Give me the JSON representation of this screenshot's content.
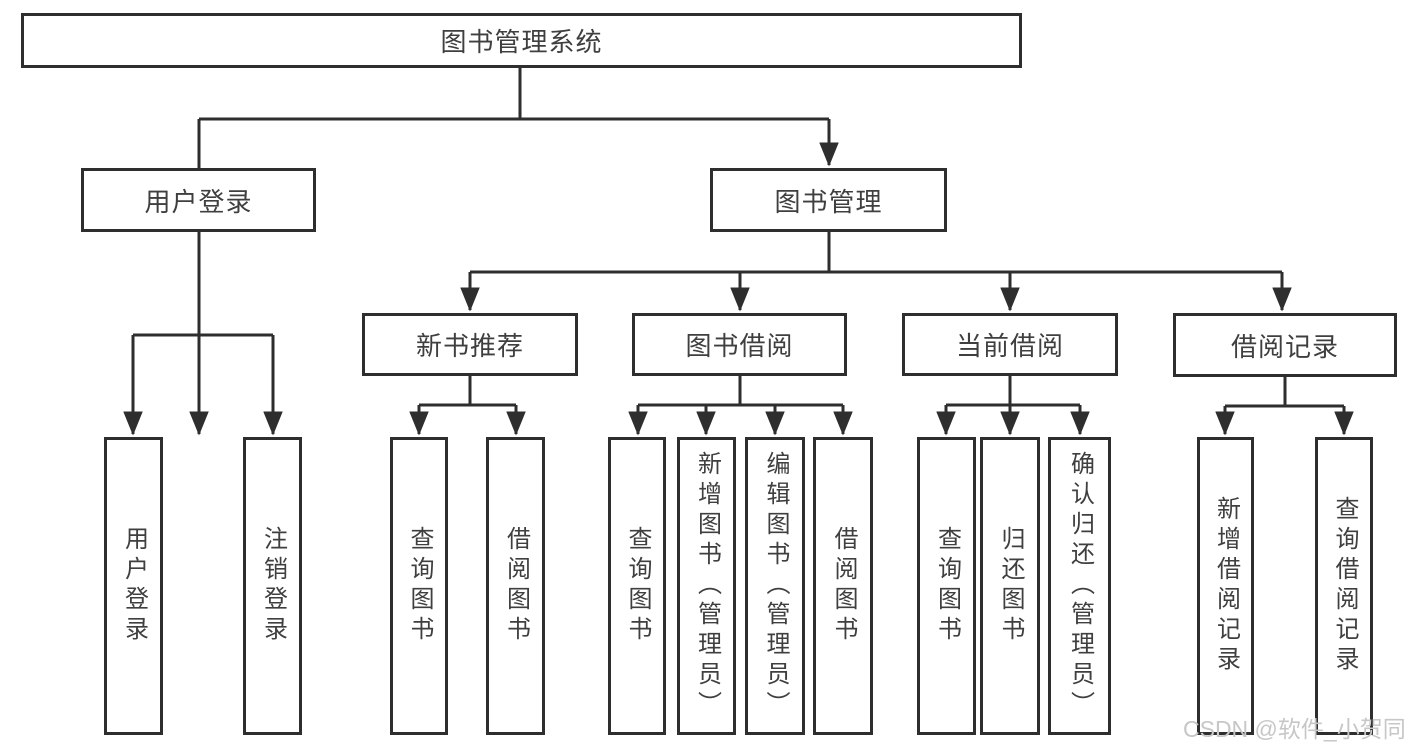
{
  "diagram": {
    "type": "hierarchy-flowchart",
    "tree": {
      "label": "图书管理系统",
      "children": [
        {
          "label": "用户登录",
          "children": [
            {
              "label": "用户登录"
            },
            {
              "label": "注销登录"
            }
          ]
        },
        {
          "label": "图书管理",
          "children": [
            {
              "label": "新书推荐",
              "children": [
                {
                  "label": "查询图书"
                },
                {
                  "label": "借阅图书"
                }
              ]
            },
            {
              "label": "图书借阅",
              "children": [
                {
                  "label": "查询图书"
                },
                {
                  "label": "新增图书（管理员）"
                },
                {
                  "label": "编辑图书（管理员）"
                },
                {
                  "label": "借阅图书"
                }
              ]
            },
            {
              "label": "当前借阅",
              "children": [
                {
                  "label": "查询图书"
                },
                {
                  "label": "归还图书"
                },
                {
                  "label": "确认归还（管理员）"
                }
              ]
            },
            {
              "label": "借阅记录",
              "children": [
                {
                  "label": "新增借阅记录"
                },
                {
                  "label": "查询借阅记录"
                }
              ]
            }
          ]
        }
      ]
    },
    "watermark": "CSDN @软件_小贺同学",
    "colors": {
      "line": "#2e2e2e",
      "box_border": "#2e2e2e",
      "text": "#3f3f3f",
      "watermark": "#c7c7c7",
      "background": "#ffffff"
    }
  }
}
